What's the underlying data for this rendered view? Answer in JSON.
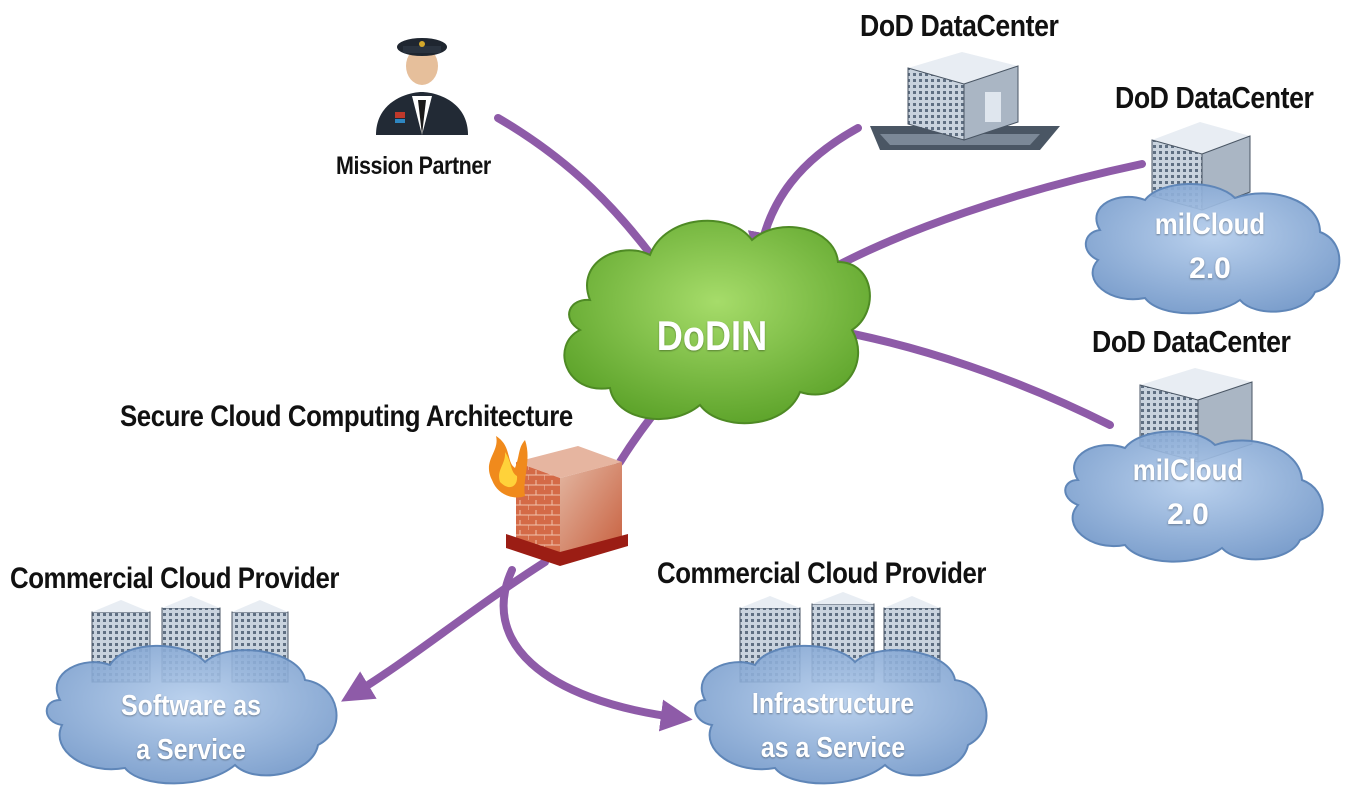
{
  "hub": {
    "label": "DoDIN"
  },
  "mission_partner": {
    "label": "Mission Partner"
  },
  "datacenters": [
    {
      "label": "DoD DataCenter"
    },
    {
      "label": "DoD DataCenter",
      "cloud_line1": "milCloud",
      "cloud_line2": "2.0"
    },
    {
      "label": "DoD DataCenter",
      "cloud_line1": "milCloud",
      "cloud_line2": "2.0"
    }
  ],
  "firewall": {
    "label": "Secure Cloud Computing Architecture"
  },
  "providers": [
    {
      "label": "Commercial Cloud Provider",
      "cloud_line1": "Software as",
      "cloud_line2": "a Service"
    },
    {
      "label": "Commercial Cloud Provider",
      "cloud_line1": "Infrastructure",
      "cloud_line2": "as a Service"
    }
  ],
  "colors": {
    "arrow": "#8e5ba8",
    "hub_cloud": "#7bc043",
    "blue_cloud": "#8fb1d9",
    "firewall_brick": "#c8462f"
  }
}
